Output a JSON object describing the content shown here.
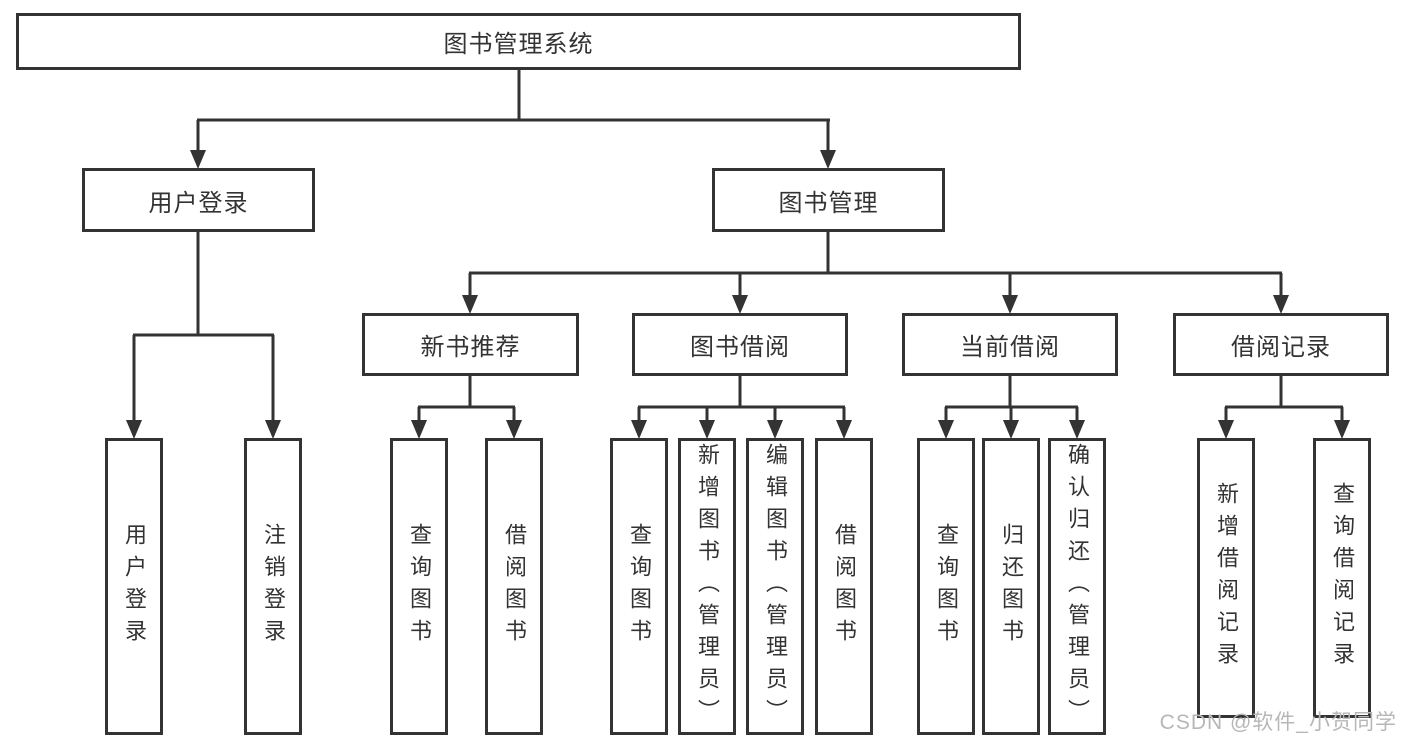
{
  "style": {
    "line_color": "#333333",
    "text_color": "#333333",
    "box_fill": "#ffffff",
    "watermark_color": "#b7b7b7"
  },
  "tree": {
    "root": {
      "label": "图书管理系统",
      "children": [
        {
          "label": "用户登录",
          "children": [
            {
              "label": "用户登录"
            },
            {
              "label": "注销登录"
            }
          ]
        },
        {
          "label": "图书管理",
          "children": [
            {
              "label": "新书推荐",
              "children": [
                {
                  "label": "查询图书"
                },
                {
                  "label": "借阅图书"
                }
              ]
            },
            {
              "label": "图书借阅",
              "children": [
                {
                  "label": "查询图书"
                },
                {
                  "label": "新增图书（管理员）"
                },
                {
                  "label": "编辑图书（管理员）"
                },
                {
                  "label": "借阅图书"
                }
              ]
            },
            {
              "label": "当前借阅",
              "children": [
                {
                  "label": "查询图书"
                },
                {
                  "label": "归还图书"
                },
                {
                  "label": "确认归还（管理员）"
                }
              ]
            },
            {
              "label": "借阅记录",
              "children": [
                {
                  "label": "新增借阅记录"
                },
                {
                  "label": "查询借阅记录"
                }
              ]
            }
          ]
        }
      ]
    }
  },
  "watermark": {
    "text": "CSDN @软件_小贺同学"
  }
}
